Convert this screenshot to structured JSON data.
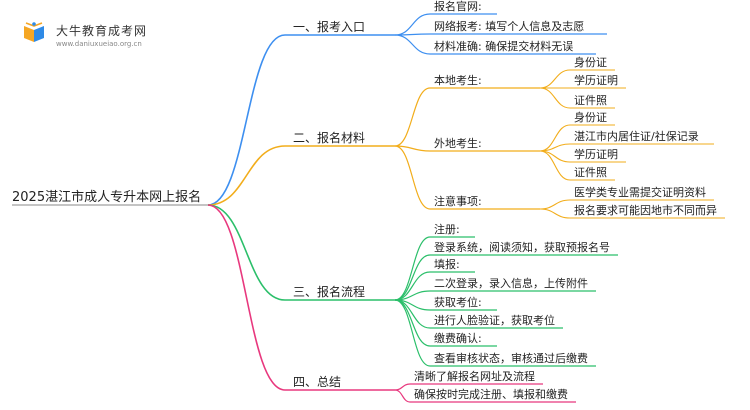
{
  "logo": {
    "title": "大牛教育成考网",
    "url": "www.daniuxueiao.org.cn"
  },
  "root": "2025湛江市成人专升本网上报名",
  "colors": {
    "b1": "#3d8ff0",
    "b2": "#f2ad1b",
    "b3": "#2bbf6a",
    "b4": "#e8387e"
  },
  "branches": [
    {
      "label": "一、报考入口",
      "items": [
        {
          "label": "报名官网:",
          "children": []
        },
        {
          "label": "网络报考: 填写个人信息及志愿",
          "children": []
        },
        {
          "label": "材料准确: 确保提交材料无误",
          "children": []
        }
      ]
    },
    {
      "label": "二、报名材料",
      "items": [
        {
          "label": "本地考生:",
          "children": [
            "身份证",
            "学历证明",
            "证件照"
          ]
        },
        {
          "label": "外地考生:",
          "children": [
            "身份证",
            "湛江市内居住证/社保记录",
            "学历证明",
            "证件照"
          ]
        },
        {
          "label": "注意事项:",
          "children": [
            "医学类专业需提交证明资料",
            "报名要求可能因地市不同而异"
          ]
        }
      ]
    },
    {
      "label": "三、报名流程",
      "items": [
        {
          "label": "注册:",
          "children": []
        },
        {
          "label": "登录系统，阅读须知，获取预报名号",
          "children": []
        },
        {
          "label": "填报:",
          "children": []
        },
        {
          "label": "二次登录，录入信息，上传附件",
          "children": []
        },
        {
          "label": "获取考位:",
          "children": []
        },
        {
          "label": "进行人脸验证，获取考位",
          "children": []
        },
        {
          "label": "缴费确认:",
          "children": []
        },
        {
          "label": "查看审核状态，审核通过后缴费",
          "children": []
        }
      ]
    },
    {
      "label": "四、总结",
      "items": [
        {
          "label": "清晰了解报名网址及流程",
          "children": []
        },
        {
          "label": "确保按时完成注册、填报和缴费",
          "children": []
        }
      ]
    }
  ]
}
